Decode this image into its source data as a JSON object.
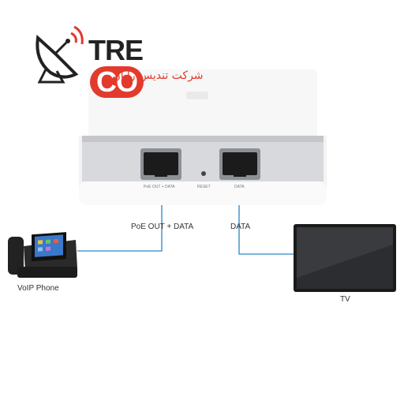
{
  "logo": {
    "brand_main": "TRE",
    "brand_accent": "CO",
    "subtitle": "شرکت تندیس رایان",
    "accent_color": "#e23a2c"
  },
  "device": {
    "port_left_label": "PoE OUT + DATA",
    "reset_label": "RESET",
    "port_right_label": "DATA"
  },
  "connections": {
    "left_label": "PoE OUT + DATA",
    "right_label": "DATA",
    "line_color": "#2a86c8"
  },
  "endpoints": {
    "phone_label": "VoIP Phone",
    "tv_label": "TV"
  }
}
